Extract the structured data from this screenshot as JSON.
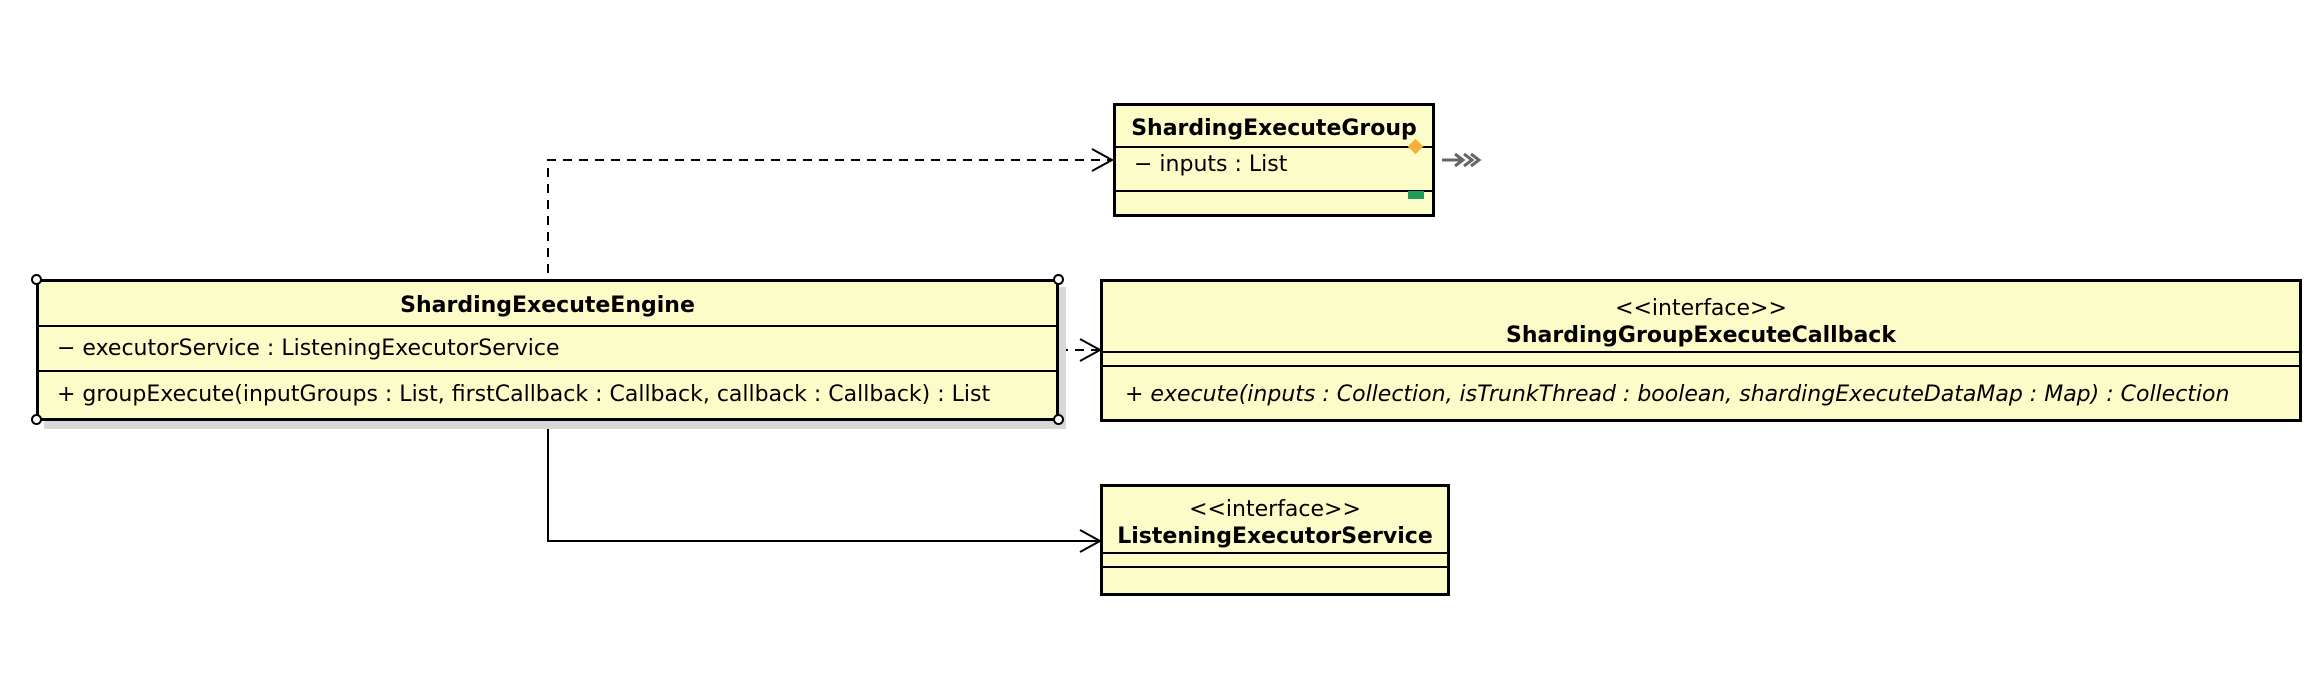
{
  "classes": {
    "engine": {
      "name": "ShardingExecuteEngine",
      "attribute": "− executorService : ListeningExecutorService",
      "operation": "+ groupExecute(inputGroups : List, firstCallback : Callback, callback : Callback) : List"
    },
    "group": {
      "name": "ShardingExecuteGroup",
      "attribute": "− inputs : List"
    },
    "callback": {
      "stereotype": "<<interface>>",
      "name": "ShardingGroupExecuteCallback",
      "operation": "+ execute(inputs : Collection, isTrunkThread : boolean, shardingExecuteDataMap : Map) : Collection"
    },
    "listening": {
      "stereotype": "<<interface>>",
      "name": "ListeningExecutorService"
    }
  },
  "colors": {
    "class_fill": "#fcfcc9",
    "attribute_marker": "#f5b13a",
    "operation_marker": "#1e9e5a",
    "navigate_glyph": "#666666"
  }
}
